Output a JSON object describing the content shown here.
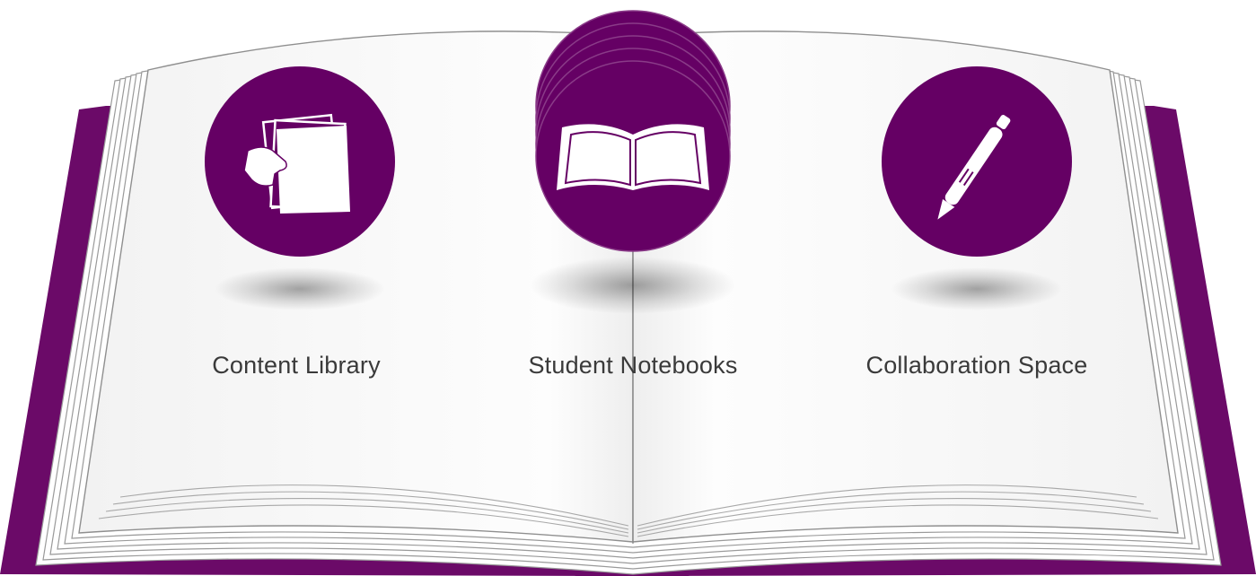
{
  "sections": [
    {
      "id": "content-library",
      "label": "Content Library",
      "icon": "papers-in-hand-icon"
    },
    {
      "id": "student-notebooks",
      "label": "Student Notebooks",
      "icon": "open-book-icon"
    },
    {
      "id": "collaboration-space",
      "label": "Collaboration Space",
      "icon": "pen-icon"
    }
  ],
  "colors": {
    "accent": "#650064",
    "cover": "#6b0a68",
    "page": "#fafafa",
    "page_edge": "#9a9a9a",
    "text": "#3a3a3a"
  }
}
